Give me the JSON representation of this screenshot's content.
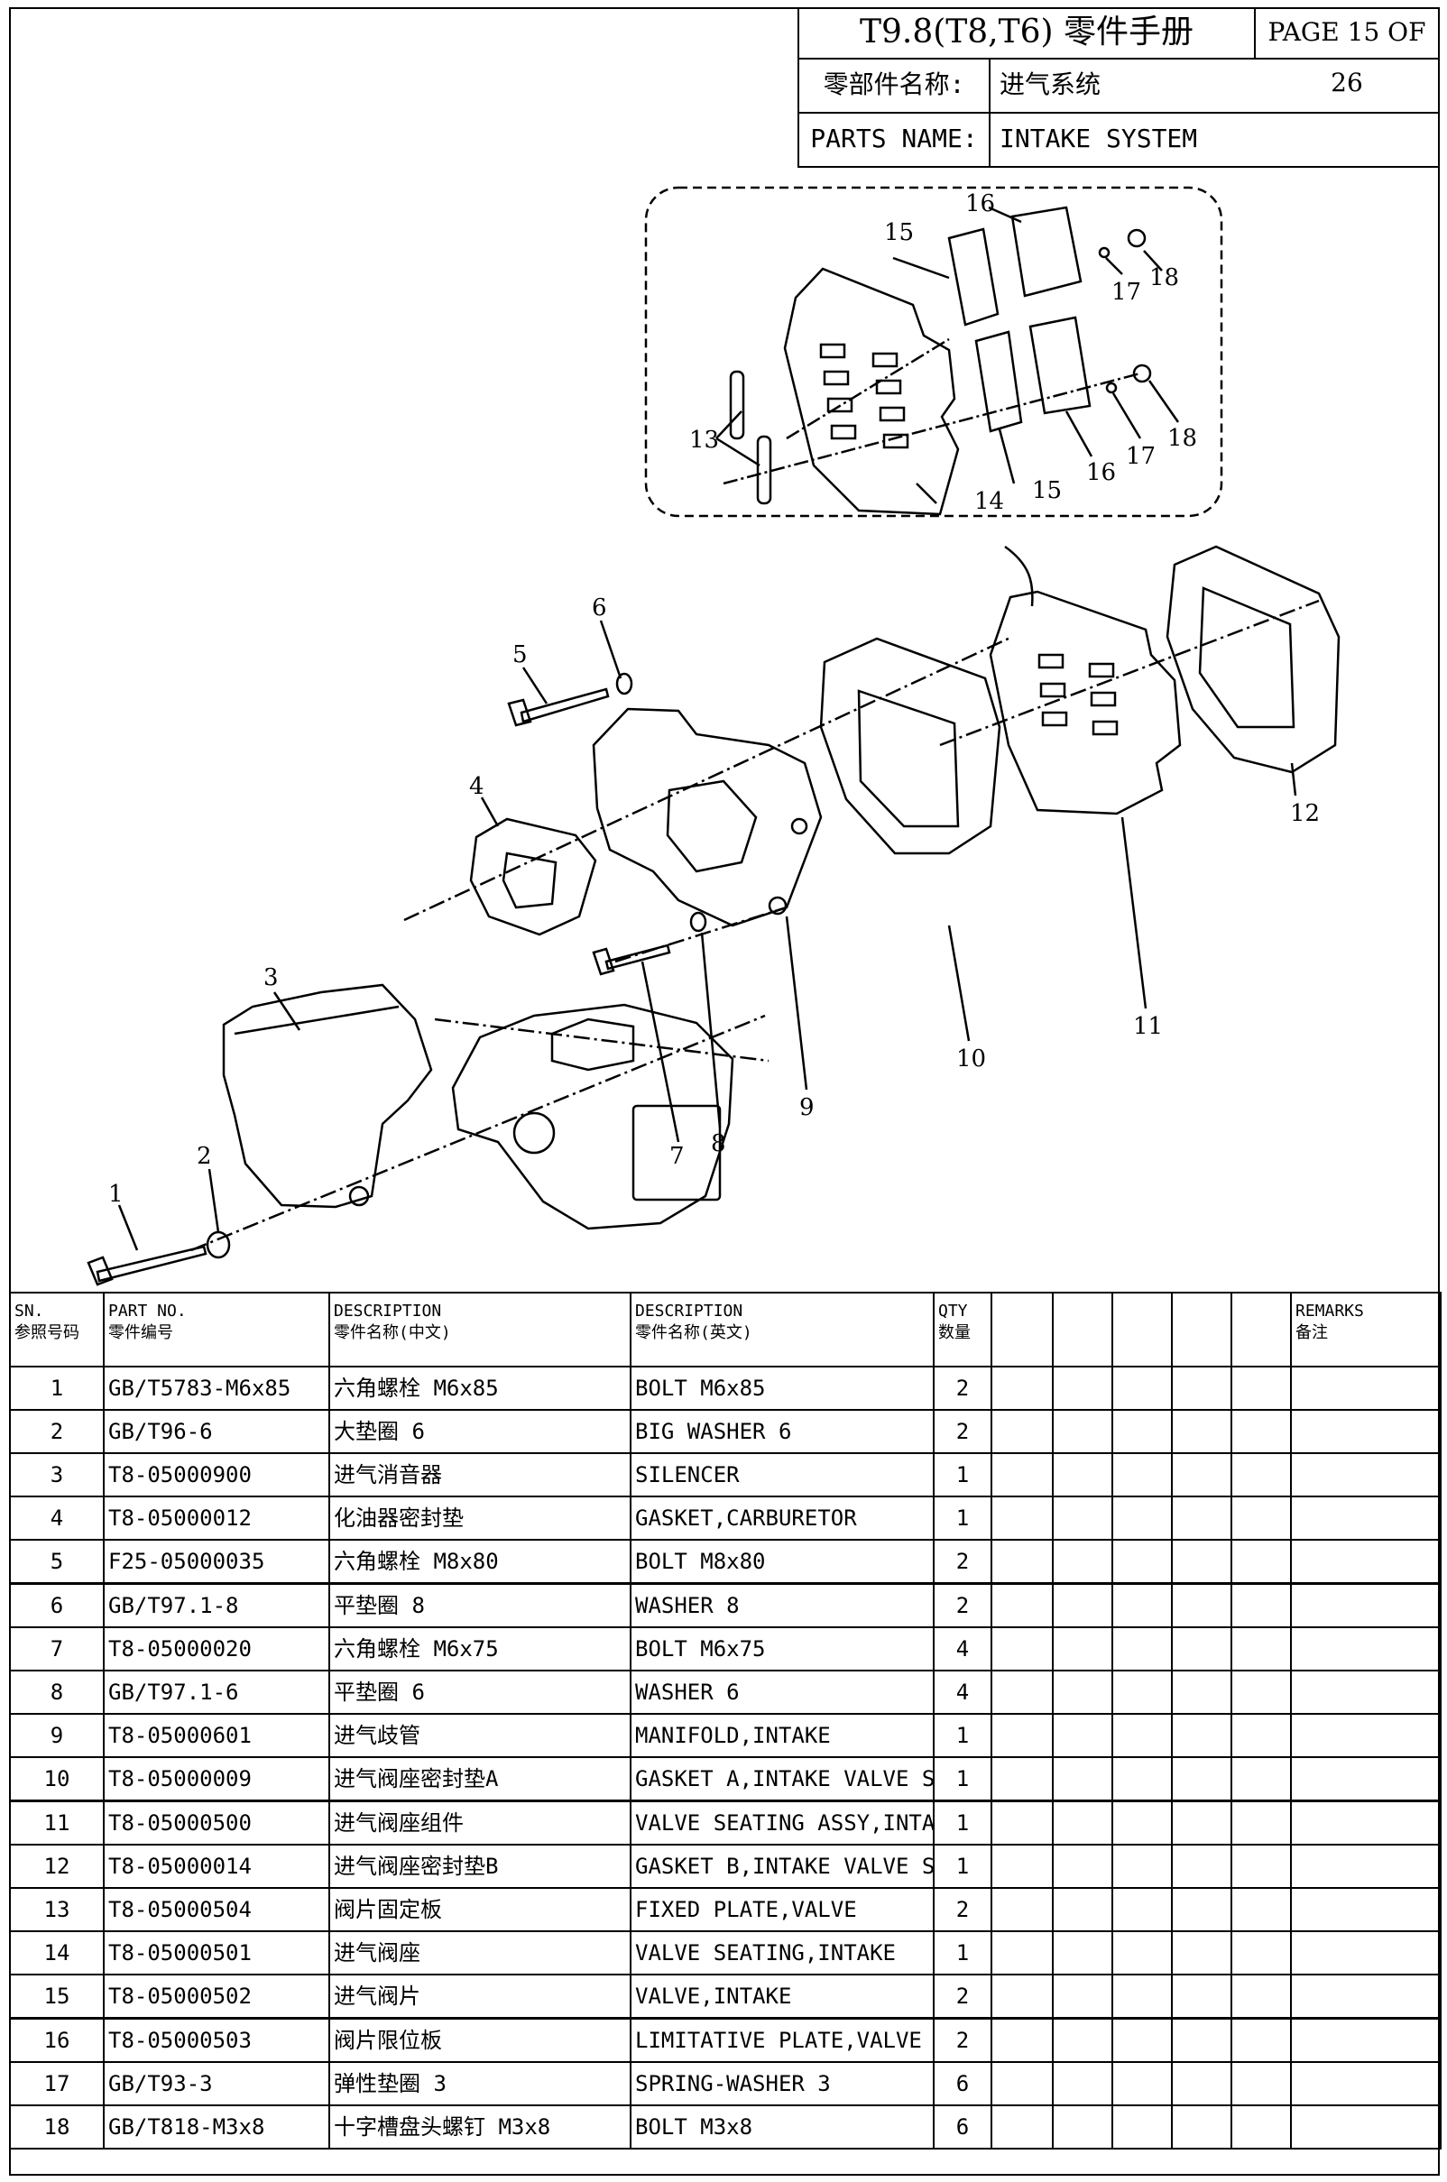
{
  "header": {
    "title": "T9.8(T8,T6) 零件手册",
    "page": "PAGE 15 OF 26",
    "name_cn_label": "零部件名称:",
    "name_cn_value": "进气系统",
    "name_en_label": "PARTS NAME:",
    "name_en_value": "INTAKE SYSTEM"
  },
  "callouts": [
    "1",
    "2",
    "3",
    "4",
    "5",
    "6",
    "7",
    "8",
    "9",
    "10",
    "11",
    "12",
    "13",
    "14",
    "15",
    "15",
    "16",
    "16",
    "17",
    "17",
    "18",
    "18"
  ],
  "table": {
    "headers": {
      "sn": "SN.",
      "sn_cn": "参照号码",
      "part_no": "PART NO.",
      "part_no_cn": "零件编号",
      "desc_cn": "DESCRIPTION",
      "desc_cn_cn": "零件名称(中文)",
      "desc_en": "DESCRIPTION",
      "desc_en_cn": "零件名称(英文)",
      "qty": "QTY",
      "qty_cn": "数量",
      "remarks": "REMARKS",
      "remarks_cn": "备注"
    },
    "rows": [
      {
        "sn": "1",
        "part": "GB/T5783-M6x85",
        "cn": "六角螺栓 M6x85",
        "en": "BOLT M6x85",
        "qty": "2"
      },
      {
        "sn": "2",
        "part": "GB/T96-6",
        "cn": "大垫圈 6",
        "en": "BIG WASHER 6",
        "qty": "2"
      },
      {
        "sn": "3",
        "part": "T8-05000900",
        "cn": "进气消音器",
        "en": "SILENCER",
        "qty": "1"
      },
      {
        "sn": "4",
        "part": "T8-05000012",
        "cn": "化油器密封垫",
        "en": "GASKET,CARBURETOR",
        "qty": "1"
      },
      {
        "sn": "5",
        "part": "F25-05000035",
        "cn": "六角螺栓 M8x80",
        "en": "BOLT M8x80",
        "qty": "2"
      },
      {
        "sn": "6",
        "part": "GB/T97.1-8",
        "cn": "平垫圈 8",
        "en": "WASHER 8",
        "qty": "2"
      },
      {
        "sn": "7",
        "part": "T8-05000020",
        "cn": "六角螺栓 M6x75",
        "en": "BOLT M6x75",
        "qty": "4"
      },
      {
        "sn": "8",
        "part": "GB/T97.1-6",
        "cn": "平垫圈 6",
        "en": "WASHER 6",
        "qty": "4"
      },
      {
        "sn": "9",
        "part": "T8-05000601",
        "cn": "进气歧管",
        "en": "MANIFOLD,INTAKE",
        "qty": "1"
      },
      {
        "sn": "10",
        "part": "T8-05000009",
        "cn": "进气阀座密封垫A",
        "en": "GASKET A,INTAKE VALVE SEATING",
        "qty": "1"
      },
      {
        "sn": "11",
        "part": "T8-05000500",
        "cn": "进气阀座组件",
        "en": "VALVE SEATING ASSY,INTAKE",
        "qty": "1"
      },
      {
        "sn": "12",
        "part": "T8-05000014",
        "cn": "进气阀座密封垫B",
        "en": "GASKET B,INTAKE VALVE SEATING",
        "qty": "1"
      },
      {
        "sn": "13",
        "part": "T8-05000504",
        "cn": "阀片固定板",
        "en": "FIXED PLATE,VALVE",
        "qty": "2"
      },
      {
        "sn": "14",
        "part": "T8-05000501",
        "cn": "进气阀座",
        "en": "VALVE SEATING,INTAKE",
        "qty": "1"
      },
      {
        "sn": "15",
        "part": "T8-05000502",
        "cn": "进气阀片",
        "en": "VALVE,INTAKE",
        "qty": "2"
      },
      {
        "sn": "16",
        "part": "T8-05000503",
        "cn": "阀片限位板",
        "en": "LIMITATIVE PLATE,VALVE",
        "qty": "2"
      },
      {
        "sn": "17",
        "part": "GB/T93-3",
        "cn": "弹性垫圈 3",
        "en": "SPRING-WASHER 3",
        "qty": "6"
      },
      {
        "sn": "18",
        "part": "GB/T818-M3x8",
        "cn": "十字槽盘头螺钉 M3x8",
        "en": "BOLT M3x8",
        "qty": "6"
      }
    ]
  }
}
